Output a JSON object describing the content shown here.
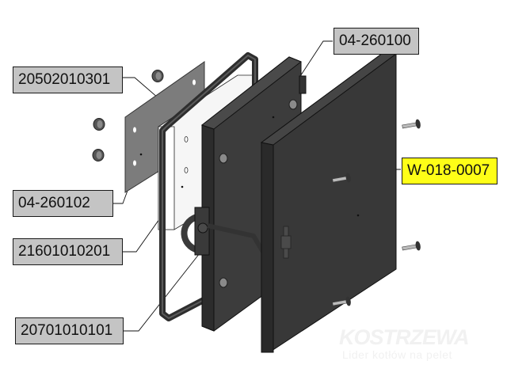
{
  "diagram": {
    "parts": [
      {
        "id": "20502010301",
        "highlighted": false
      },
      {
        "id": "04-260100",
        "highlighted": false
      },
      {
        "id": "W-018-0007",
        "highlighted": true
      },
      {
        "id": "04-260102",
        "highlighted": false
      },
      {
        "id": "21601010201",
        "highlighted": false
      },
      {
        "id": "20701010101",
        "highlighted": false
      }
    ],
    "colors": {
      "label_fill": "#c4c4c4",
      "highlight_fill": "#fefe17",
      "panel_dark": "#3a3a3a",
      "plate_gray": "#7a7a7a",
      "insulation": "#f4f4f4"
    }
  },
  "watermark": {
    "brand": "KOSTRZEWA",
    "tagline": "Lider kotłów na pelet"
  }
}
